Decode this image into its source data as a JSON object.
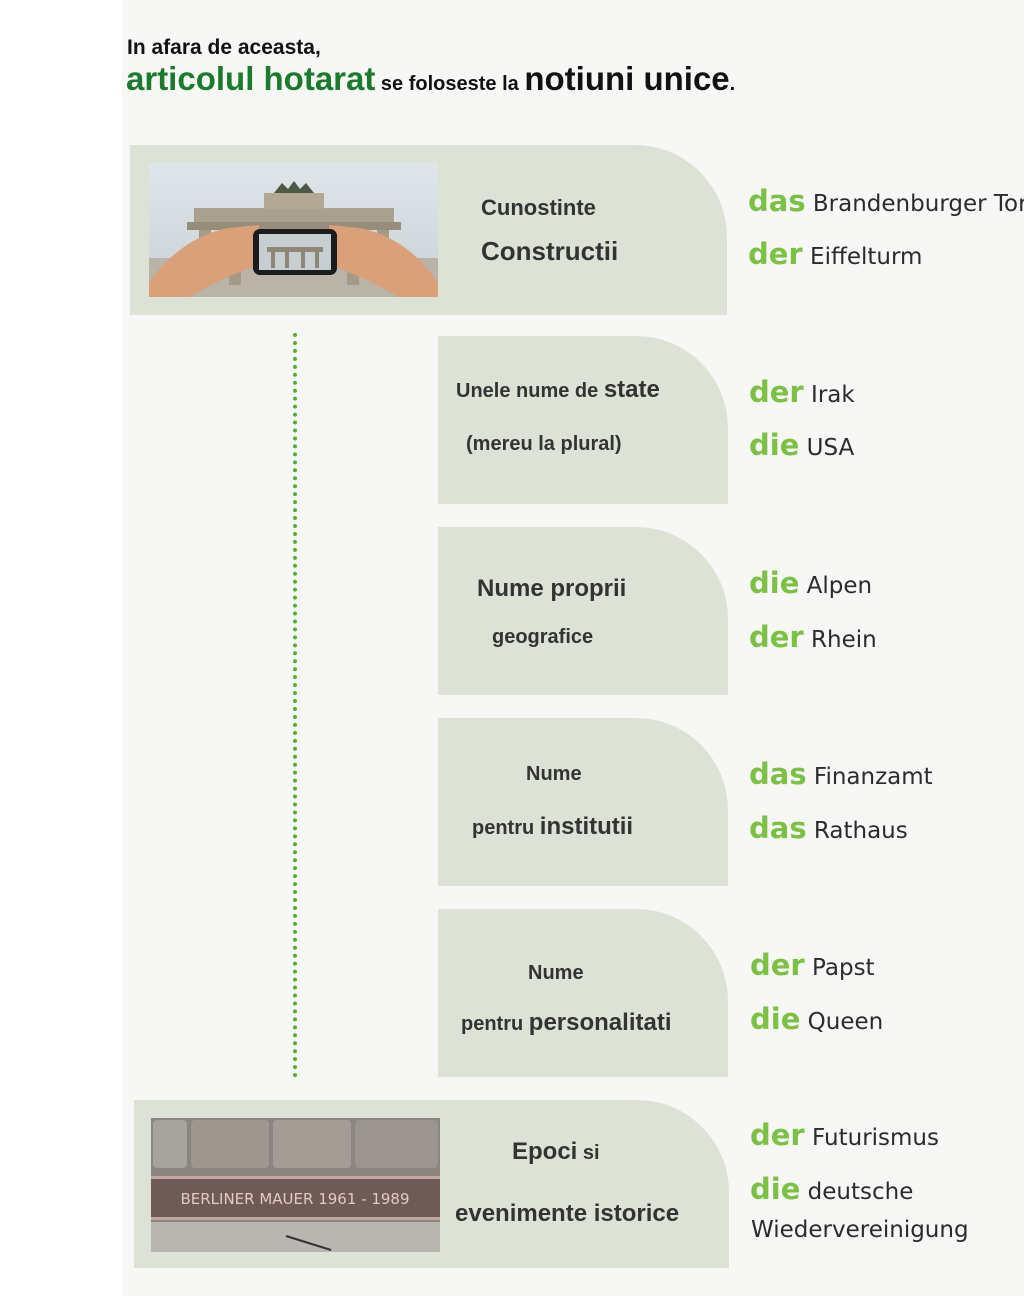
{
  "intro": {
    "line1": "In afara de aceasta,",
    "part1": "articolul hotarat",
    "part2": " se foloseste la ",
    "part3": "notiuni unice",
    "part4": "."
  },
  "colors": {
    "heading_green": "#1b7a2e",
    "article_green": "#7bc143",
    "card_bg": "#dde2d6",
    "dotted_line": "#5aac2e"
  },
  "categories": [
    {
      "line1": "Cunostinte",
      "line2": "Constructii",
      "examples": [
        {
          "article": "das",
          "noun": " Brandenburger Tor"
        },
        {
          "article": "der",
          "noun": " Eiffelturm"
        }
      ]
    },
    {
      "line1a": "Unele nume de ",
      "line1b": "state",
      "line2": "(mereu la plural)",
      "examples": [
        {
          "article": "der",
          "noun": " Irak"
        },
        {
          "article": "die",
          "noun": " USA"
        }
      ]
    },
    {
      "line1": "Nume proprii",
      "line2": "geografice",
      "examples": [
        {
          "article": "die",
          "noun": " Alpen"
        },
        {
          "article": "der",
          "noun": " Rhein"
        }
      ]
    },
    {
      "line1": "Nume",
      "line2a": "pentru ",
      "line2b": "institutii",
      "examples": [
        {
          "article": "das",
          "noun": " Finanzamt"
        },
        {
          "article": "das",
          "noun": " Rathaus"
        }
      ]
    },
    {
      "line1": "Nume",
      "line2a": "pentru ",
      "line2b": "personalitati",
      "examples": [
        {
          "article": "der",
          "noun": " Papst"
        },
        {
          "article": "die",
          "noun": " Queen"
        }
      ]
    },
    {
      "line1a": "Epoci",
      "line1b": " si",
      "line2": "evenimente istorice",
      "examples": [
        {
          "article": "der",
          "noun": " Futurismus"
        },
        {
          "article": "die",
          "noun": " deutsche"
        }
      ],
      "continuation": "Wiedervereinigung"
    }
  ],
  "images": {
    "gate_photo": {
      "icon": "brandenburg-gate-photo-icon"
    },
    "wall_plaque": {
      "icon": "berliner-mauer-plaque-icon",
      "text": "BERLINER MAUER 1961 - 1989"
    }
  }
}
